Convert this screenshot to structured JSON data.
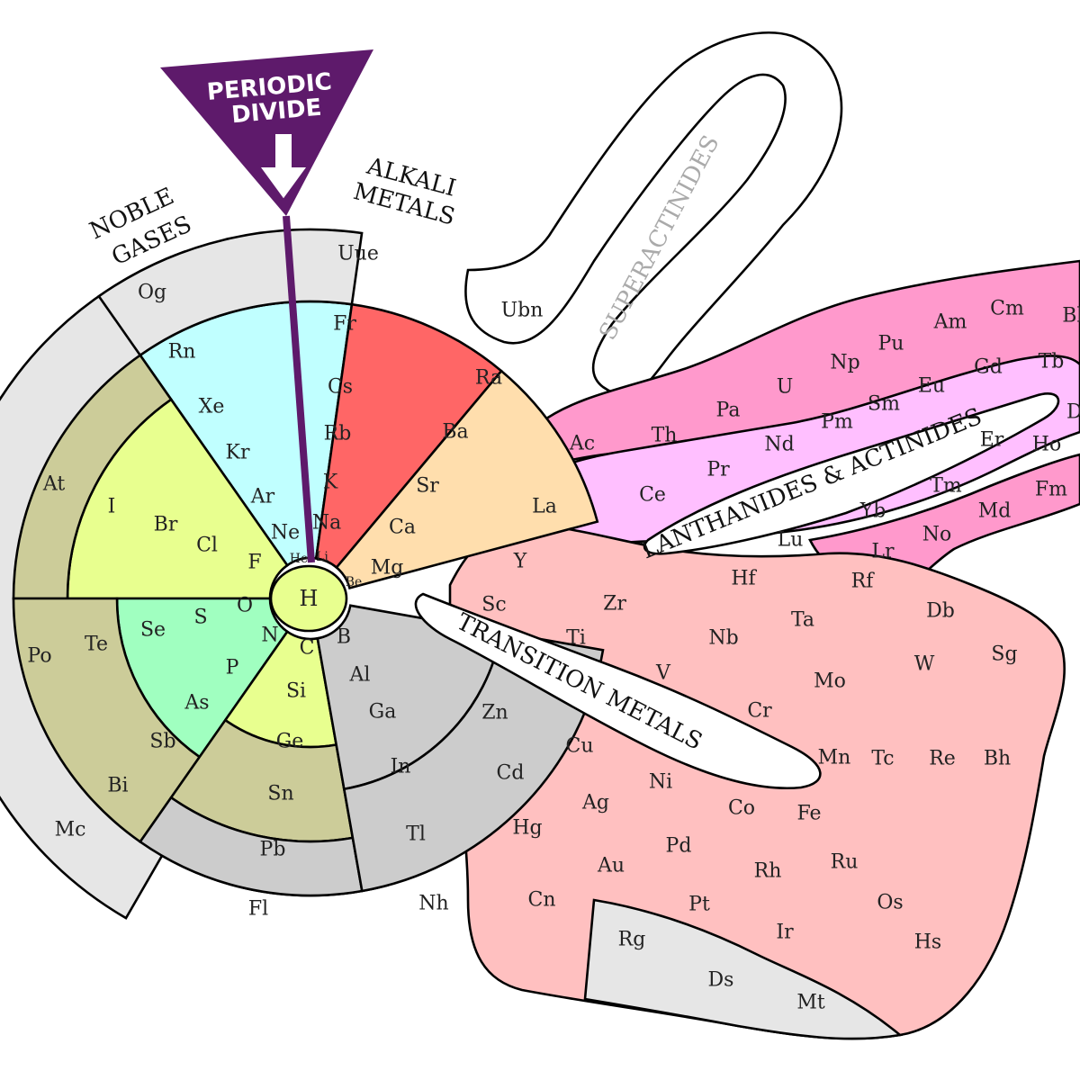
{
  "banner": {
    "line1": "PERIODIC",
    "line2": "DIVIDE"
  },
  "labels": {
    "noble_1": "NOBLE",
    "noble_2": "GASES",
    "alkali_1": "ALKALI",
    "alkali_2": "METALS",
    "superactinides": "SUPERACTINIDES",
    "lanthanides_actinides": "LANTHANIDES & ACTINIDES",
    "transition_metals": "TRANSITION METALS"
  },
  "colors": {
    "alkali": "#ff6666",
    "alkaline_earth": "#ffdead",
    "noble": "#c0ffff",
    "noble_outer": "#e6e6e6",
    "halogen": "#e8ff8f",
    "nonmetal": "#a0ffc0",
    "metalloid": "#cccc99",
    "post_transition": "#cccccc",
    "transition": "#ffc0c0",
    "lanthanide": "#ffbfff",
    "actinide": "#ff99cc",
    "hydrogen": "#e8ff8f",
    "divide": "#5e1a6b"
  },
  "elements": [
    {
      "symbol": "H"
    },
    {
      "symbol": "He"
    },
    {
      "symbol": "Li"
    },
    {
      "symbol": "Be"
    },
    {
      "symbol": "B"
    },
    {
      "symbol": "C"
    },
    {
      "symbol": "N"
    },
    {
      "symbol": "O"
    },
    {
      "symbol": "F"
    },
    {
      "symbol": "Ne"
    },
    {
      "symbol": "Na"
    },
    {
      "symbol": "Mg"
    },
    {
      "symbol": "Al"
    },
    {
      "symbol": "Si"
    },
    {
      "symbol": "P"
    },
    {
      "symbol": "S"
    },
    {
      "symbol": "Cl"
    },
    {
      "symbol": "Ar"
    },
    {
      "symbol": "K"
    },
    {
      "symbol": "Ca"
    },
    {
      "symbol": "Ga"
    },
    {
      "symbol": "Ge"
    },
    {
      "symbol": "As"
    },
    {
      "symbol": "Se"
    },
    {
      "symbol": "Br"
    },
    {
      "symbol": "Kr"
    },
    {
      "symbol": "Rb"
    },
    {
      "symbol": "Sr"
    },
    {
      "symbol": "In"
    },
    {
      "symbol": "Sn"
    },
    {
      "symbol": "Sb"
    },
    {
      "symbol": "Te"
    },
    {
      "symbol": "I"
    },
    {
      "symbol": "Xe"
    },
    {
      "symbol": "Cs"
    },
    {
      "symbol": "Ba"
    },
    {
      "symbol": "Tl"
    },
    {
      "symbol": "Pb"
    },
    {
      "symbol": "Bi"
    },
    {
      "symbol": "Po"
    },
    {
      "symbol": "At"
    },
    {
      "symbol": "Rn"
    },
    {
      "symbol": "Fr"
    },
    {
      "symbol": "Ra"
    },
    {
      "symbol": "Nh"
    },
    {
      "symbol": "Fl"
    },
    {
      "symbol": "Mc"
    },
    {
      "symbol": "Og"
    },
    {
      "symbol": "Uue"
    },
    {
      "symbol": "Ubn"
    },
    {
      "symbol": "Sc"
    },
    {
      "symbol": "Ti"
    },
    {
      "symbol": "V"
    },
    {
      "symbol": "Cr"
    },
    {
      "symbol": "Mn"
    },
    {
      "symbol": "Fe"
    },
    {
      "symbol": "Co"
    },
    {
      "symbol": "Ni"
    },
    {
      "symbol": "Cu"
    },
    {
      "symbol": "Zn"
    },
    {
      "symbol": "Y"
    },
    {
      "symbol": "Zr"
    },
    {
      "symbol": "Nb"
    },
    {
      "symbol": "Mo"
    },
    {
      "symbol": "Tc"
    },
    {
      "symbol": "Ru"
    },
    {
      "symbol": "Rh"
    },
    {
      "symbol": "Pd"
    },
    {
      "symbol": "Ag"
    },
    {
      "symbol": "Cd"
    },
    {
      "symbol": "Hf"
    },
    {
      "symbol": "Ta"
    },
    {
      "symbol": "W"
    },
    {
      "symbol": "Re"
    },
    {
      "symbol": "Os"
    },
    {
      "symbol": "Ir"
    },
    {
      "symbol": "Pt"
    },
    {
      "symbol": "Au"
    },
    {
      "symbol": "Hg"
    },
    {
      "symbol": "Rf"
    },
    {
      "symbol": "Db"
    },
    {
      "symbol": "Sg"
    },
    {
      "symbol": "Bh"
    },
    {
      "symbol": "Hs"
    },
    {
      "symbol": "Mt"
    },
    {
      "symbol": "Ds"
    },
    {
      "symbol": "Rg"
    },
    {
      "symbol": "Cn"
    },
    {
      "symbol": "La"
    },
    {
      "symbol": "Ce"
    },
    {
      "symbol": "Pr"
    },
    {
      "symbol": "Nd"
    },
    {
      "symbol": "Pm"
    },
    {
      "symbol": "Sm"
    },
    {
      "symbol": "Eu"
    },
    {
      "symbol": "Gd"
    },
    {
      "symbol": "Tb"
    },
    {
      "symbol": "Dy"
    },
    {
      "symbol": "Ho"
    },
    {
      "symbol": "Er"
    },
    {
      "symbol": "Tm"
    },
    {
      "symbol": "Yb"
    },
    {
      "symbol": "Lu"
    },
    {
      "symbol": "Ac"
    },
    {
      "symbol": "Th"
    },
    {
      "symbol": "Pa"
    },
    {
      "symbol": "U"
    },
    {
      "symbol": "Np"
    },
    {
      "symbol": "Pu"
    },
    {
      "symbol": "Am"
    },
    {
      "symbol": "Cm"
    },
    {
      "symbol": "Bk"
    },
    {
      "symbol": "Md"
    },
    {
      "symbol": "No"
    },
    {
      "symbol": "Lr"
    },
    {
      "symbol": "Fm"
    }
  ]
}
